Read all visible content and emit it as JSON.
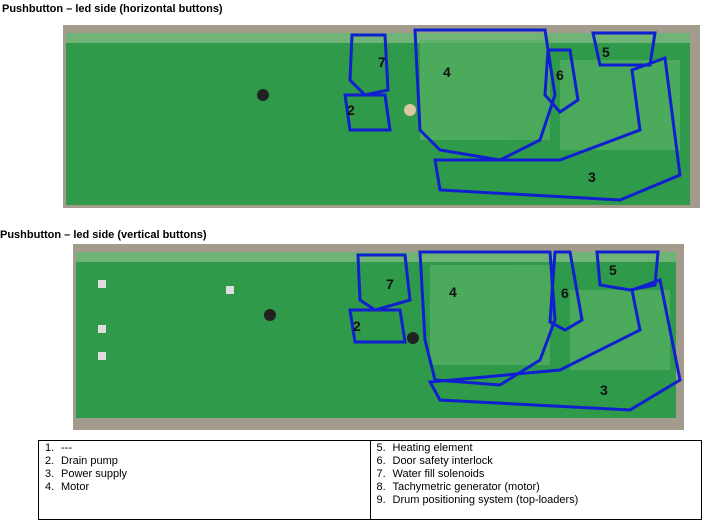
{
  "headings": {
    "horizontal": "Pushbutton – led side (horizontal buttons)",
    "vertical": "Pushbutton – led side (vertical buttons)"
  },
  "region_labels": [
    "7",
    "2",
    "4",
    "6",
    "5",
    "3"
  ],
  "legend": {
    "left": [
      {
        "n": "1.",
        "t": "---"
      },
      {
        "n": "2.",
        "t": "Drain pump"
      },
      {
        "n": "3.",
        "t": "Power supply"
      },
      {
        "n": "4.",
        "t": "Motor"
      }
    ],
    "right": [
      {
        "n": "5.",
        "t": "Heating element"
      },
      {
        "n": "6.",
        "t": "Door safety interlock"
      },
      {
        "n": "7.",
        "t": "Water fill solenoids"
      },
      {
        "n": "8.",
        "t": "Tachymetric generator (motor)"
      },
      {
        "n": "9.",
        "t": "Drum positioning system (top-loaders)"
      }
    ]
  },
  "colors": {
    "outline": "#1020d0",
    "board": "#2f9a4a",
    "background": "#a39c8c"
  }
}
